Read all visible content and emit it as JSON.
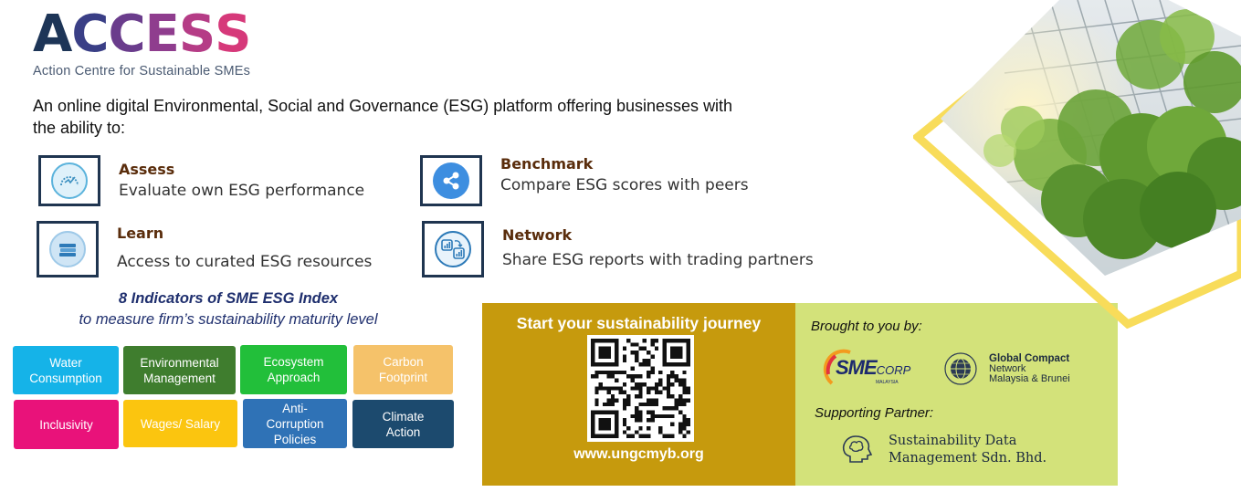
{
  "logo": {
    "letters": [
      "A",
      "C",
      "C",
      "E",
      "S",
      "S"
    ],
    "tagline": "Action Centre for Sustainable SMEs"
  },
  "intro": "An online digital Environmental, Social and Governance (ESG) platform offering businesses with the ability to:",
  "features": [
    {
      "title": "Assess",
      "desc": "Evaluate own ESG performance",
      "icon": "gauge-icon"
    },
    {
      "title": "Benchmark",
      "desc": "Compare ESG scores with peers",
      "icon": "share-icon"
    },
    {
      "title": "Learn",
      "desc": "Access to curated ESG resources",
      "icon": "books-icon"
    },
    {
      "title": "Network",
      "desc": "Share ESG reports with trading partners",
      "icon": "report-exchange-icon"
    }
  ],
  "indicators": {
    "title": "8 Indicators of SME ESG Index",
    "subtitle": "to measure firm’s sustainability maturity level",
    "tiles": [
      {
        "label": "Water Consumption",
        "color": "#15b3e8"
      },
      {
        "label": "Environmental Management",
        "color": "#3f7d2e"
      },
      {
        "label": "Ecosystem Approach",
        "color": "#22bf3a"
      },
      {
        "label": "Carbon Footprint",
        "color": "#f5c26a"
      },
      {
        "label": "Inclusivity",
        "color": "#e9127a"
      },
      {
        "label": "Wages/ Salary",
        "color": "#fbc50f"
      },
      {
        "label": "Anti-Corruption Policies",
        "color": "#2f72b6"
      },
      {
        "label": "Climate Action",
        "color": "#1c4a6e"
      }
    ]
  },
  "cta": {
    "title": "Start your sustainability journey",
    "url": "www.ungcmyb.org",
    "color": "#c69a0d"
  },
  "partners": {
    "brought_by": "Brought to you by:",
    "sme_corp": {
      "name": "SME",
      "suffix": "CORP",
      "country": "MALAYSIA"
    },
    "global_compact": {
      "line1": "Global Compact",
      "line2": "Network",
      "line3": "Malaysia & Brunei"
    },
    "supporting_label": "Supporting Partner:",
    "supporting": {
      "line1": "Sustainability Data",
      "line2": "Management Sdn. Bhd."
    },
    "color": "#d3e27a"
  }
}
